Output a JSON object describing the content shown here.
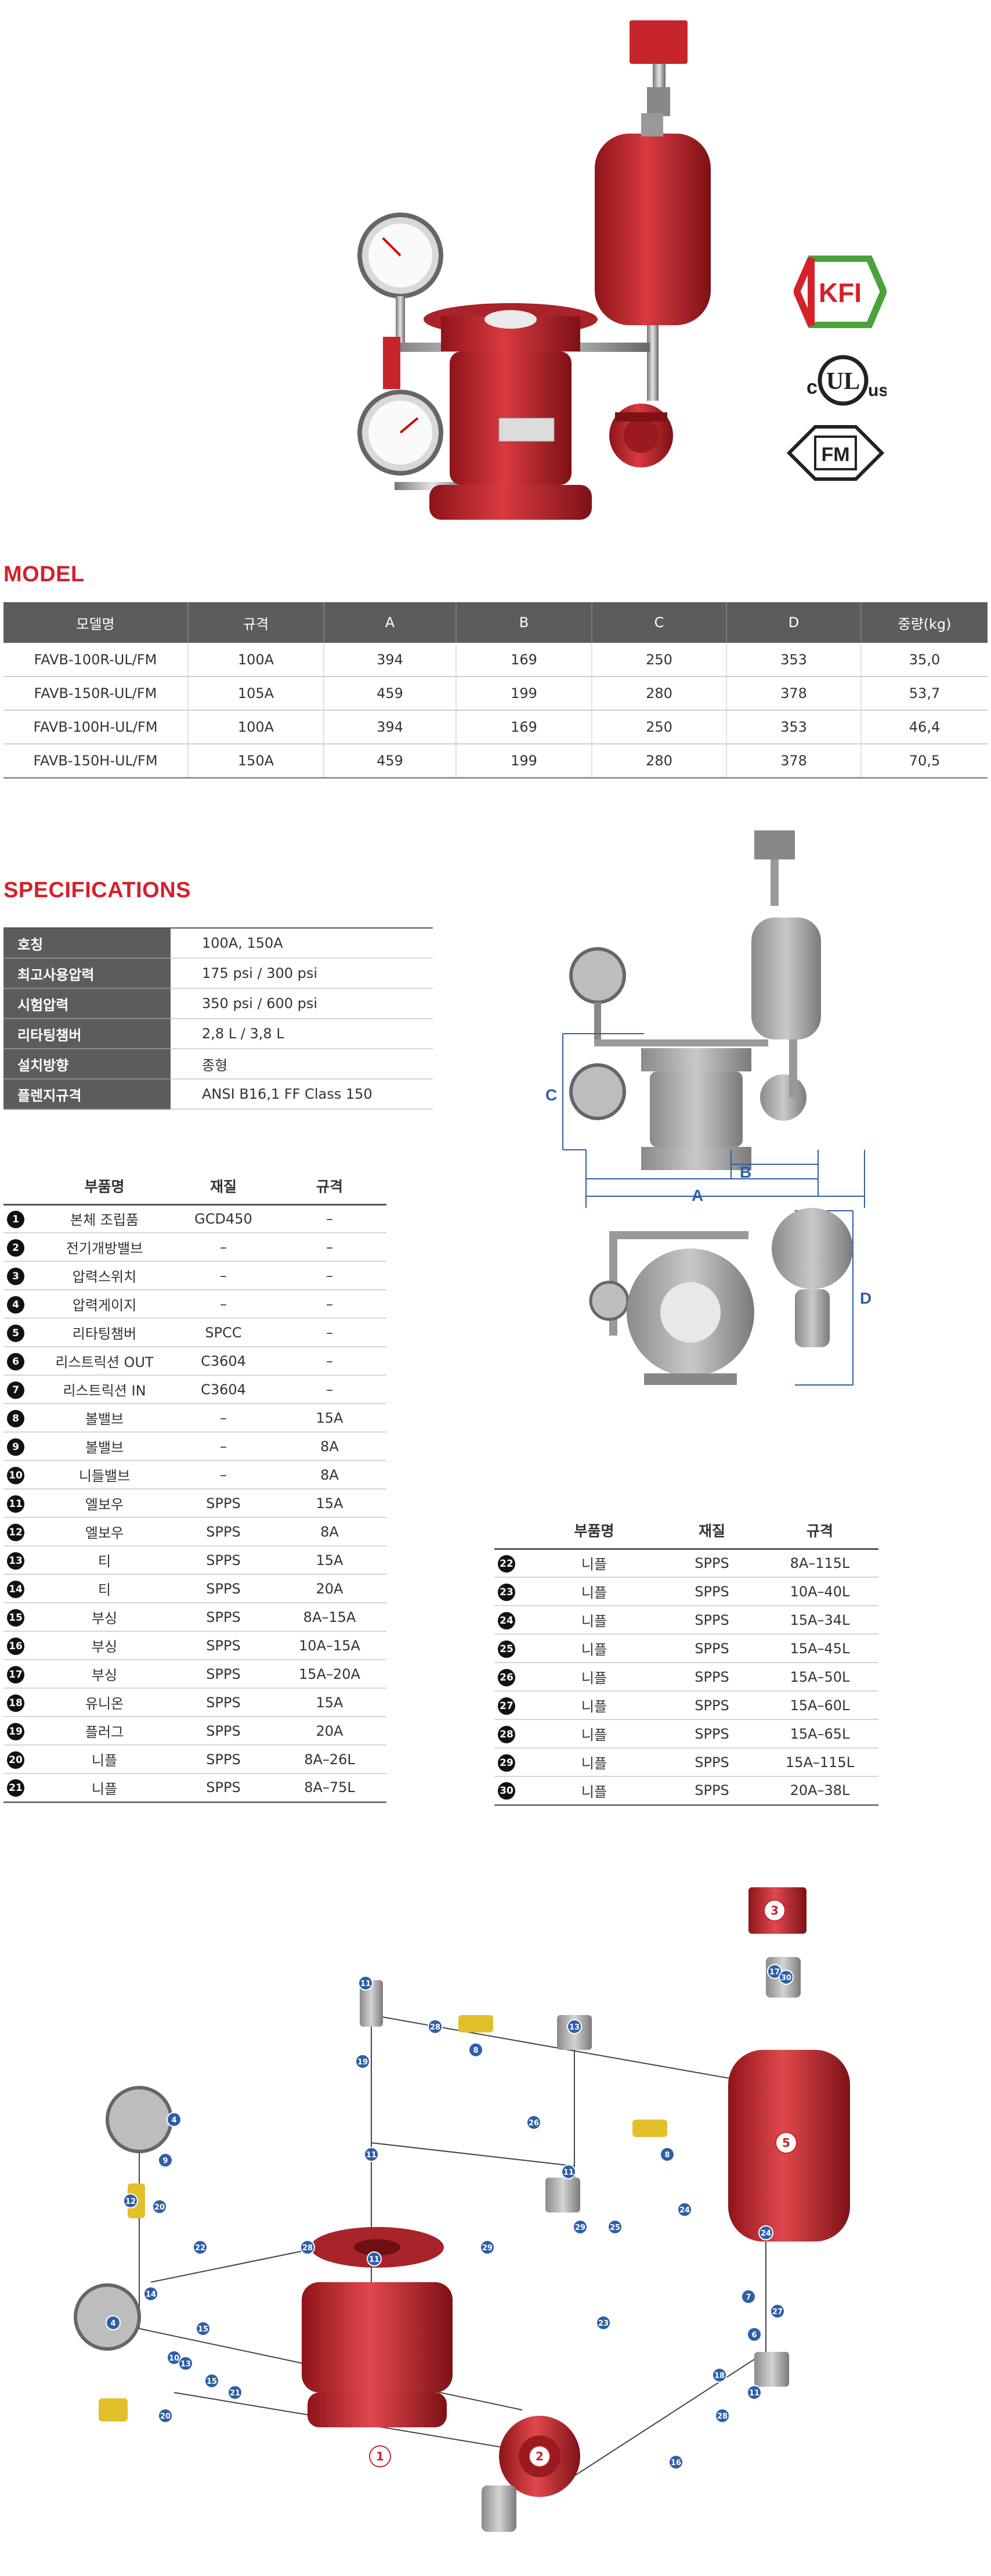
{
  "colors": {
    "accent": "#d6202a",
    "header_bg": "#5c5c5c",
    "kfi_green": "#4aa33a",
    "kfi_red": "#d6202a",
    "valve_red": "#c8242b",
    "diagram_blue": "#2f5ea8"
  },
  "certifications": {
    "kfi": "KFI",
    "ul_c": "c",
    "ul_mark": "UL",
    "ul_us": "us",
    "fm": "FM"
  },
  "model": {
    "title": "MODEL",
    "headers": [
      "모델명",
      "규격",
      "A",
      "B",
      "C",
      "D",
      "중량(kg)"
    ],
    "rows": [
      [
        "FAVB-100R-UL/FM",
        "100A",
        "394",
        "169",
        "250",
        "353",
        "35,0"
      ],
      [
        "FAVB-150R-UL/FM",
        "105A",
        "459",
        "199",
        "280",
        "378",
        "53,7"
      ],
      [
        "FAVB-100H-UL/FM",
        "100A",
        "394",
        "169",
        "250",
        "353",
        "46,4"
      ],
      [
        "FAVB-150H-UL/FM",
        "150A",
        "459",
        "199",
        "280",
        "378",
        "70,5"
      ]
    ]
  },
  "specs": {
    "title": "SPECIFICATIONS",
    "rows": [
      [
        "호칭",
        "100A, 150A"
      ],
      [
        "최고사용압력",
        "175 psi / 300 psi"
      ],
      [
        "시험압력",
        "350 psi / 600 psi"
      ],
      [
        "리타팅챔버",
        "2,8 L / 3,8 L"
      ],
      [
        "설치방향",
        "종형"
      ],
      [
        "플렌지규격",
        "ANSI B16,1 FF Class 150"
      ]
    ]
  },
  "dimension_labels": {
    "a": "A",
    "b": "B",
    "c": "C",
    "d": "D"
  },
  "parts_headers": [
    "부품명",
    "재질",
    "규격"
  ],
  "parts_left": [
    [
      "1",
      "본체 조립품",
      "GCD450",
      "–"
    ],
    [
      "2",
      "전기개방밸브",
      "–",
      "–"
    ],
    [
      "3",
      "압력스위치",
      "–",
      "–"
    ],
    [
      "4",
      "압력게이지",
      "–",
      "–"
    ],
    [
      "5",
      "리타팅챔버",
      "SPCC",
      "–"
    ],
    [
      "6",
      "리스트릭션 OUT",
      "C3604",
      "–"
    ],
    [
      "7",
      "리스트릭션 IN",
      "C3604",
      "–"
    ],
    [
      "8",
      "볼밸브",
      "–",
      "15A"
    ],
    [
      "9",
      "볼밸브",
      "–",
      "8A"
    ],
    [
      "10",
      "니들밸브",
      "–",
      "8A"
    ],
    [
      "11",
      "엘보우",
      "SPPS",
      "15A"
    ],
    [
      "12",
      "엘보우",
      "SPPS",
      "8A"
    ],
    [
      "13",
      "티",
      "SPPS",
      "15A"
    ],
    [
      "14",
      "티",
      "SPPS",
      "20A"
    ],
    [
      "15",
      "부싱",
      "SPPS",
      "8A–15A"
    ],
    [
      "16",
      "부싱",
      "SPPS",
      "10A–15A"
    ],
    [
      "17",
      "부싱",
      "SPPS",
      "15A–20A"
    ],
    [
      "18",
      "유니온",
      "SPPS",
      "15A"
    ],
    [
      "19",
      "플러그",
      "SPPS",
      "20A"
    ],
    [
      "20",
      "니플",
      "SPPS",
      "8A–26L"
    ],
    [
      "21",
      "니플",
      "SPPS",
      "8A–75L"
    ]
  ],
  "parts_right": [
    [
      "22",
      "니플",
      "SPPS",
      "8A–115L"
    ],
    [
      "23",
      "니플",
      "SPPS",
      "10A–40L"
    ],
    [
      "24",
      "니플",
      "SPPS",
      "15A–34L"
    ],
    [
      "25",
      "니플",
      "SPPS",
      "15A–45L"
    ],
    [
      "26",
      "니플",
      "SPPS",
      "15A–50L"
    ],
    [
      "27",
      "니플",
      "SPPS",
      "15A–60L"
    ],
    [
      "28",
      "니플",
      "SPPS",
      "15A–65L"
    ],
    [
      "29",
      "니플",
      "SPPS",
      "15A–115L"
    ],
    [
      "30",
      "니플",
      "SPPS",
      "20A–38L"
    ]
  ],
  "exploded_callouts": [
    "1",
    "2",
    "3",
    "4",
    "4",
    "5",
    "6",
    "7",
    "8",
    "8",
    "9",
    "10",
    "11",
    "11",
    "11",
    "11",
    "11",
    "12",
    "13",
    "13",
    "14",
    "15",
    "15",
    "16",
    "17",
    "18",
    "19",
    "20",
    "20",
    "21",
    "22",
    "23",
    "24",
    "24",
    "25",
    "26",
    "27",
    "28",
    "28",
    "28",
    "29",
    "29",
    "30"
  ]
}
